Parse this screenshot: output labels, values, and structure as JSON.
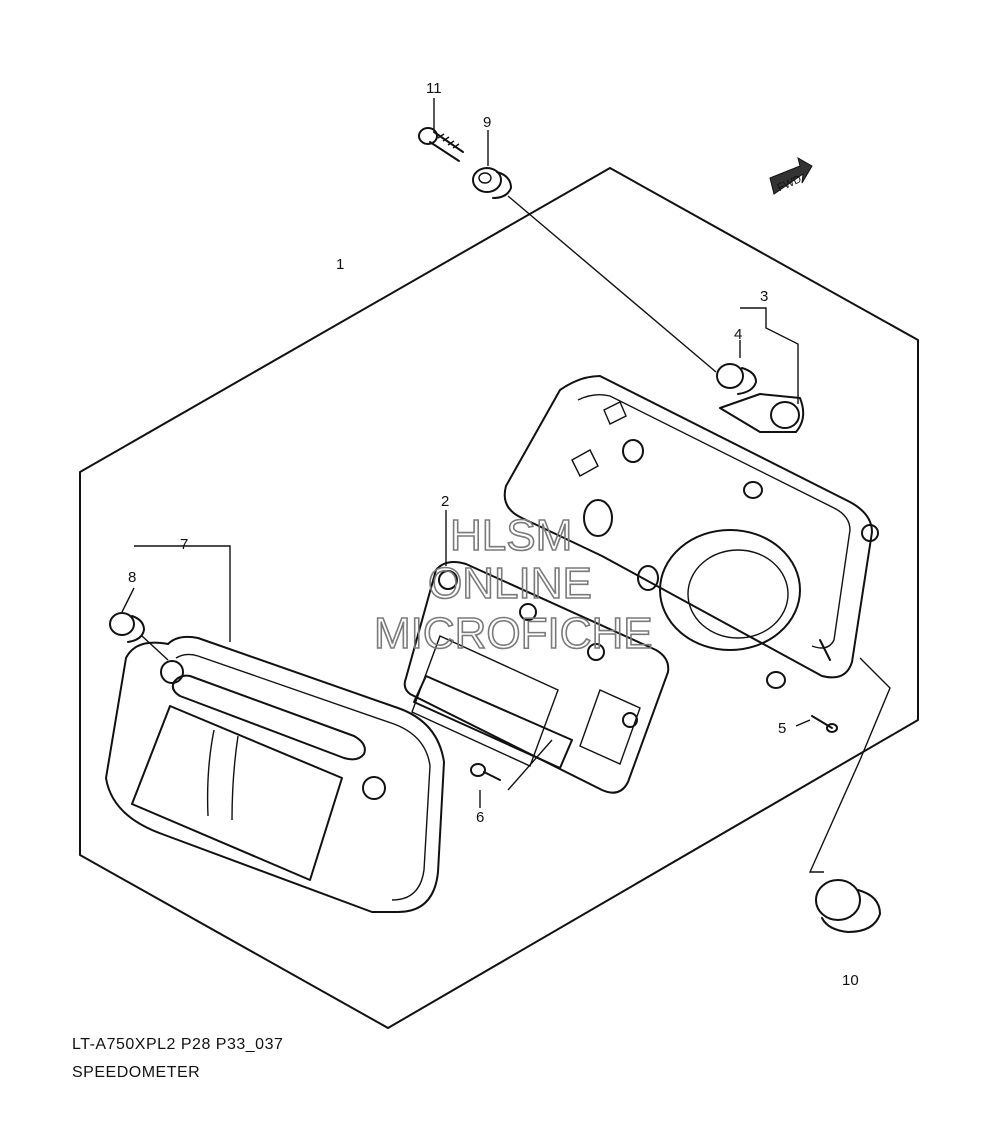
{
  "diagram": {
    "callouts": {
      "c1": "1",
      "c2": "2",
      "c3": "3",
      "c4": "4",
      "c5": "5",
      "c6": "6",
      "c7": "7",
      "c8": "8",
      "c9": "9",
      "c10": "10",
      "c11": "11"
    },
    "fwd_label": "FWD",
    "watermark": {
      "line1": "HLSM",
      "line2": "ONLINE",
      "line3": "MICROFICHE"
    }
  },
  "caption": {
    "model_code": "LT-A750XPL2 P28 P33_037",
    "title": "SPEEDOMETER"
  }
}
